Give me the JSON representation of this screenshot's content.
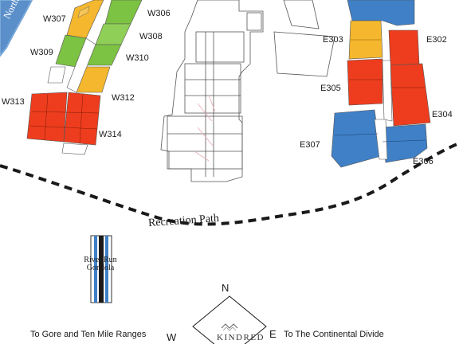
{
  "river": {
    "label": "North"
  },
  "units_west": [
    "W306",
    "W307",
    "W308",
    "W309",
    "W310",
    "W312",
    "W313",
    "W314"
  ],
  "units_east": [
    "E302",
    "E303",
    "E304",
    "E305",
    "E306",
    "E307"
  ],
  "labels": {
    "W306": "W306",
    "W307": "W307",
    "W308": "W308",
    "W309": "W309",
    "W310": "W310",
    "W312": "W312",
    "W313": "W313",
    "W314": "W314",
    "E302": "E302",
    "E303": "E303",
    "E304": "E304",
    "E305": "E305",
    "E306": "E306",
    "E307": "E307"
  },
  "recreation_path": {
    "label": "Recreation Path"
  },
  "gondola": {
    "line1": "River Run",
    "line2": "Gondola"
  },
  "directions": {
    "west": "To Gore and Ten Mile Ranges",
    "east": "To The Continental Divide"
  },
  "compass": {
    "north": "N",
    "west": "W",
    "east": "E"
  },
  "logo": {
    "text": "KINDRED"
  },
  "colors": {
    "orange": "#f47a3a",
    "red": "#ee3d1e",
    "yellow": "#f4b72e",
    "green": "#7cc243",
    "blue": "#3f80c7",
    "river": "#5b8fc9"
  }
}
